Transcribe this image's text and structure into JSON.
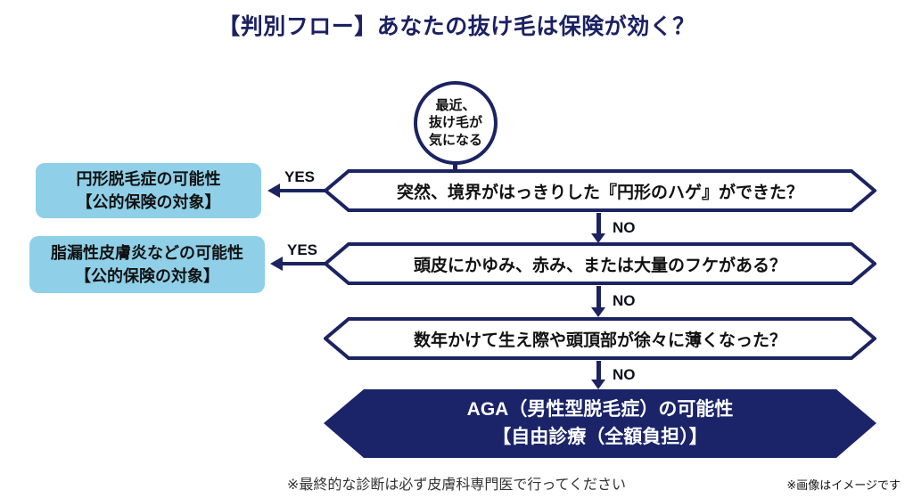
{
  "page": {
    "title": "【判別フロー】あなたの抜け毛は保険が効く？",
    "footnote_center": "※最終的な診断は必ず皮膚科専門医で行ってください",
    "footnote_right": "※画像はイメージです"
  },
  "flow": {
    "start": {
      "lines": [
        "最近、",
        "抜け毛が",
        "気になる"
      ]
    },
    "questions": [
      {
        "text": "突然、境界がはっきりした『円形のハゲ』ができた？",
        "yes_label": "YES",
        "no_label": "NO",
        "yes_result": {
          "line1": "円形脱毛症の可能性",
          "line2": "【公的保険の対象】"
        }
      },
      {
        "text": "頭皮にかゆみ、赤み、または大量のフケがある？",
        "yes_label": "YES",
        "no_label": "NO",
        "yes_result": {
          "line1": "脂漏性皮膚炎などの可能性",
          "line2": "【公的保険の対象】"
        }
      },
      {
        "text": "数年かけて生え際や頭頂部が徐々に薄くなった？",
        "no_label": "NO"
      }
    ],
    "final": {
      "line1": "AGA（男性型脱毛症）の可能性",
      "line2": "【自由診療（全額負担）】"
    }
  },
  "colors": {
    "navy": "#1b2361",
    "navy_fill": "#1b2469",
    "light_blue": "#8fd0e8",
    "text_dark": "#111111",
    "white": "#ffffff"
  }
}
